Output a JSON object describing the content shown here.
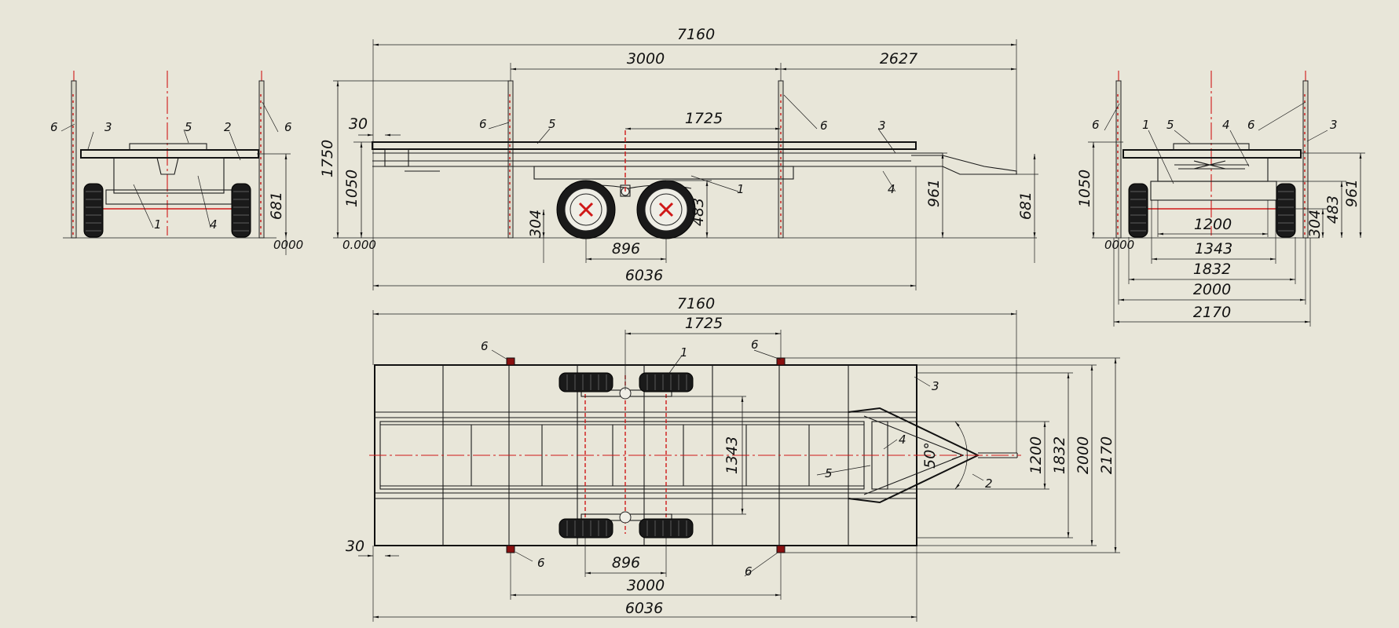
{
  "side_view": {
    "overall_length": "7160",
    "post_spacing": "3000",
    "front_overhang": "2627",
    "axle_offset": "1725",
    "post_offset": "30",
    "height_post": "1750",
    "height_deck": "1050",
    "wheel_radius": "304",
    "axle_height": "483",
    "frame_height": "961",
    "hitch_height": "681",
    "axle_spacing": "896",
    "body_length": "6036",
    "ground_circles": "0.000",
    "labels": [
      "6",
      "5",
      "6",
      "3",
      "1",
      "4"
    ]
  },
  "rear_view": {
    "frame_height": "681",
    "ground_circles": "0000",
    "labels": [
      "6",
      "3",
      "5",
      "2",
      "6",
      "1",
      "4"
    ]
  },
  "front_view": {
    "height_deck": "1050",
    "frame_height": "961",
    "wheel_radius": "304",
    "axle_height": "483",
    "width_1200": "1200",
    "width_1343": "1343",
    "width_1832": "1832",
    "width_2000": "2000",
    "width_2170": "2170",
    "ground_circles": "0000",
    "labels": [
      "6",
      "1",
      "5",
      "4",
      "6",
      "3"
    ]
  },
  "plan_view": {
    "overall_length": "7160",
    "axle_offset": "1725",
    "track": "1343",
    "angle": "50°",
    "width_1200": "1200",
    "width_1832": "1832",
    "width_2000": "2000",
    "width_2170": "2170",
    "post_offset": "30",
    "axle_spacing": "896",
    "post_spacing": "3000",
    "body_length": "6036",
    "labels": [
      "6",
      "6",
      "1",
      "3",
      "4",
      "5",
      "2",
      "6",
      "6"
    ]
  }
}
